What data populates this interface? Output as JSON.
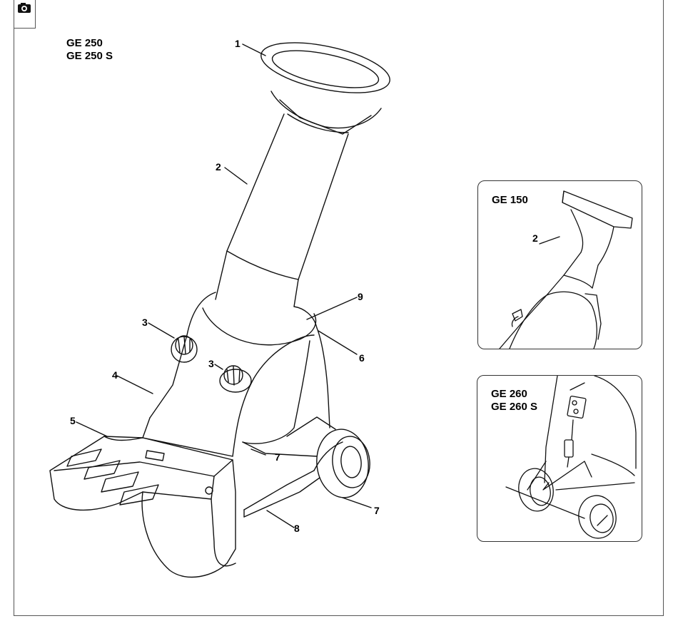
{
  "main_figure": {
    "models": [
      "GE 250",
      "GE 250 S"
    ],
    "callouts": [
      "1",
      "2",
      "3",
      "3",
      "4",
      "5",
      "6",
      "7",
      "7",
      "8",
      "9"
    ]
  },
  "inset_ge150": {
    "model": "GE 150",
    "callouts": [
      "2"
    ]
  },
  "inset_ge260": {
    "models": [
      "GE 260",
      "GE 260 S"
    ]
  },
  "icons": {
    "corner": "camera-icon"
  }
}
